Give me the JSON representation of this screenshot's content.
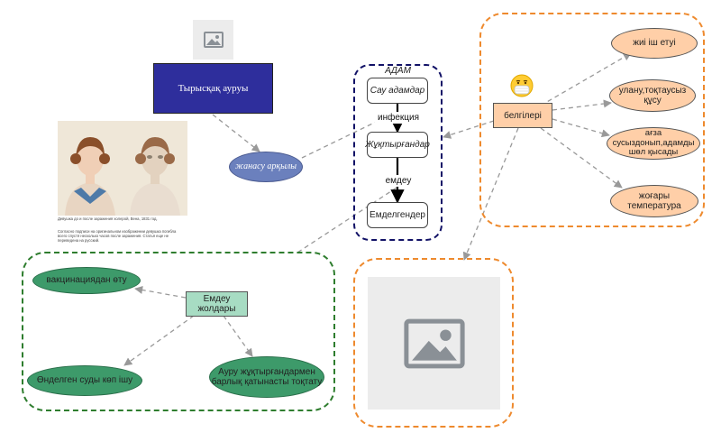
{
  "nodes": {
    "disease": "Тырысқақ ауруы",
    "transmission": "жанасу арқылы",
    "adam_title": "АДАМ",
    "healthy": "Сау адамдар",
    "infected": "Жұқтырғандар",
    "recovered": "Емделгендер",
    "infection_edge": "инфекция",
    "treatment_edge": "емдеу",
    "signs": "белгілері",
    "sign1": "жиі іш етуі",
    "sign2": "улану,тоқтаусыз құсу",
    "sign3": "ағза сусыздонып,адамды шөл қысады",
    "sign4": "жоғары температура",
    "treatment": "Емдеу жолдары",
    "t1": "вакцинациядан өту",
    "t2": "Өнделген суды көп ішу",
    "t3": "Ауру жұқтырғандармен барлық қатынасты тоқтату"
  },
  "portrait": {
    "caption1": "Девушка до и после заражения холерой, Вена, 1831 год.",
    "caption2": "Согласно подписи на оригинальном изображении девушка погибла всего спустя несколько часов после заражения. Статья еще не переведена на русский."
  },
  "icons": {
    "placeholder_small": "image-placeholder-icon",
    "placeholder_large": "image-placeholder-icon",
    "mask_face": "face-with-mask-icon"
  },
  "colors": {
    "disease_fill": "#2e2e9c",
    "transmission_fill": "#6b80bd",
    "signs_fill": "#ffcfa8",
    "treatment_fill": "#a7dcc3",
    "treatment_item_fill": "#3d9a6a",
    "adam_border": "#111166",
    "orange_border": "#ee8a2e",
    "green_border": "#2e7d2e"
  }
}
